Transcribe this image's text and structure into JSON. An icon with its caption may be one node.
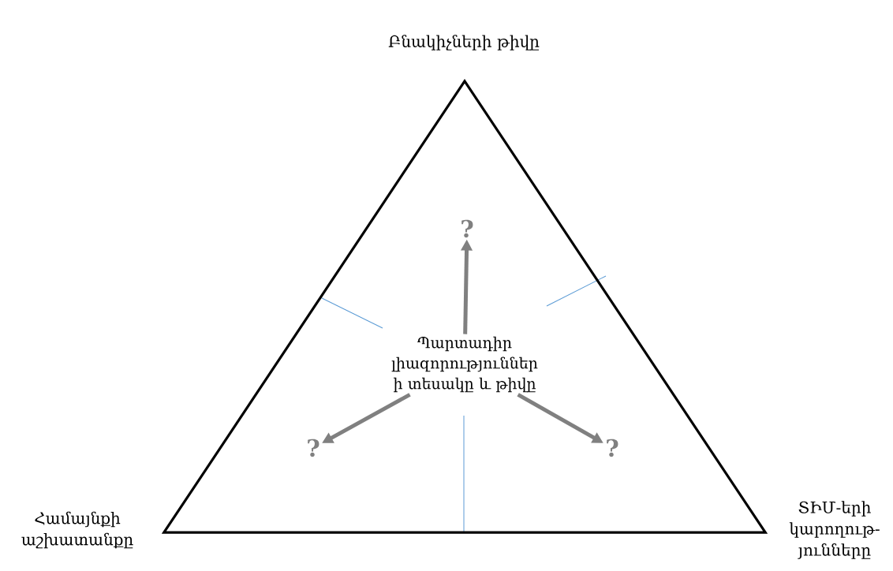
{
  "diagram": {
    "nodes": [
      {
        "text": [],
        "shape": "triangle"
      },
      {
        "text": [
          "Պարտադիր լիազորություններ ի տեսակը և թիվը"
        ],
        "in": 0
      },
      {
        "text": [
          "?"
        ],
        "in": 0
      },
      {
        "text": [
          "?"
        ],
        "in": 0
      },
      {
        "text": [
          "?"
        ],
        "in": 0
      }
    ],
    "edges": [
      {
        "from": 1,
        "to": 2,
        "arrow": "to"
      },
      {
        "from": 1,
        "to": 3,
        "arrow": "to"
      },
      {
        "from": 1,
        "to": 4,
        "arrow": "to"
      }
    ],
    "labels": [
      "Բնակիչների թիվը",
      "Համայնքի աշխատանքը",
      "ՏԻՄ-երի կարողութ- յունները"
    ]
  }
}
